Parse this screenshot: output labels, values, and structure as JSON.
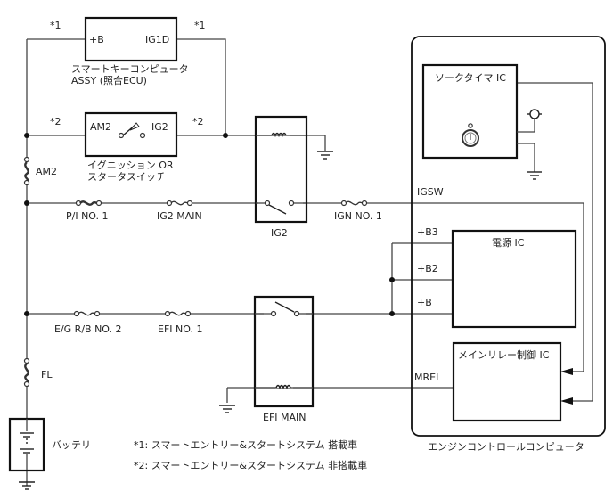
{
  "diagram": {
    "components": {
      "smart_key_ecu": {
        "pin_left": "+B",
        "pin_right": "IG1D",
        "label_line1": "スマートキーコンピュータ",
        "label_line2": "ASSY (照合ECU)"
      },
      "ignition_switch": {
        "pin_left": "AM2",
        "pin_right": "IG2",
        "label_line1": "イグニッション OR",
        "label_line2": "スタータスイッチ"
      },
      "ig2_relay": {
        "label": "IG2"
      },
      "efi_main_relay": {
        "label": "EFI MAIN"
      },
      "battery": {
        "label": "バッテリ"
      },
      "engine_computer": {
        "label": "エンジンコントロールコンピュータ"
      },
      "soak_timer_ic": {
        "label": "ソークタイマ IC"
      },
      "power_ic": {
        "label": "電源 IC"
      },
      "main_relay_ic": {
        "label": "メインリレー制御 IC"
      }
    },
    "fuses": {
      "am2": "AM2",
      "pi_no1": "P/I NO. 1",
      "ig2_main": "IG2 MAIN",
      "ign_no1": "IGN NO. 1",
      "eg_rb_no2": "E/G R/B NO. 2",
      "efi_no1": "EFI NO. 1",
      "fl": "FL"
    },
    "pins": {
      "igsw": "IGSW",
      "b3": "+B3",
      "b2": "+B2",
      "b": "+B",
      "mrel": "MREL"
    },
    "markers": {
      "star1": "*1",
      "star2": "*2"
    },
    "notes": {
      "note1": "*1: スマートエントリー&スタートシステム 搭載車",
      "note2": "*2: スマートエントリー&スタートシステム 非搭載車"
    }
  }
}
